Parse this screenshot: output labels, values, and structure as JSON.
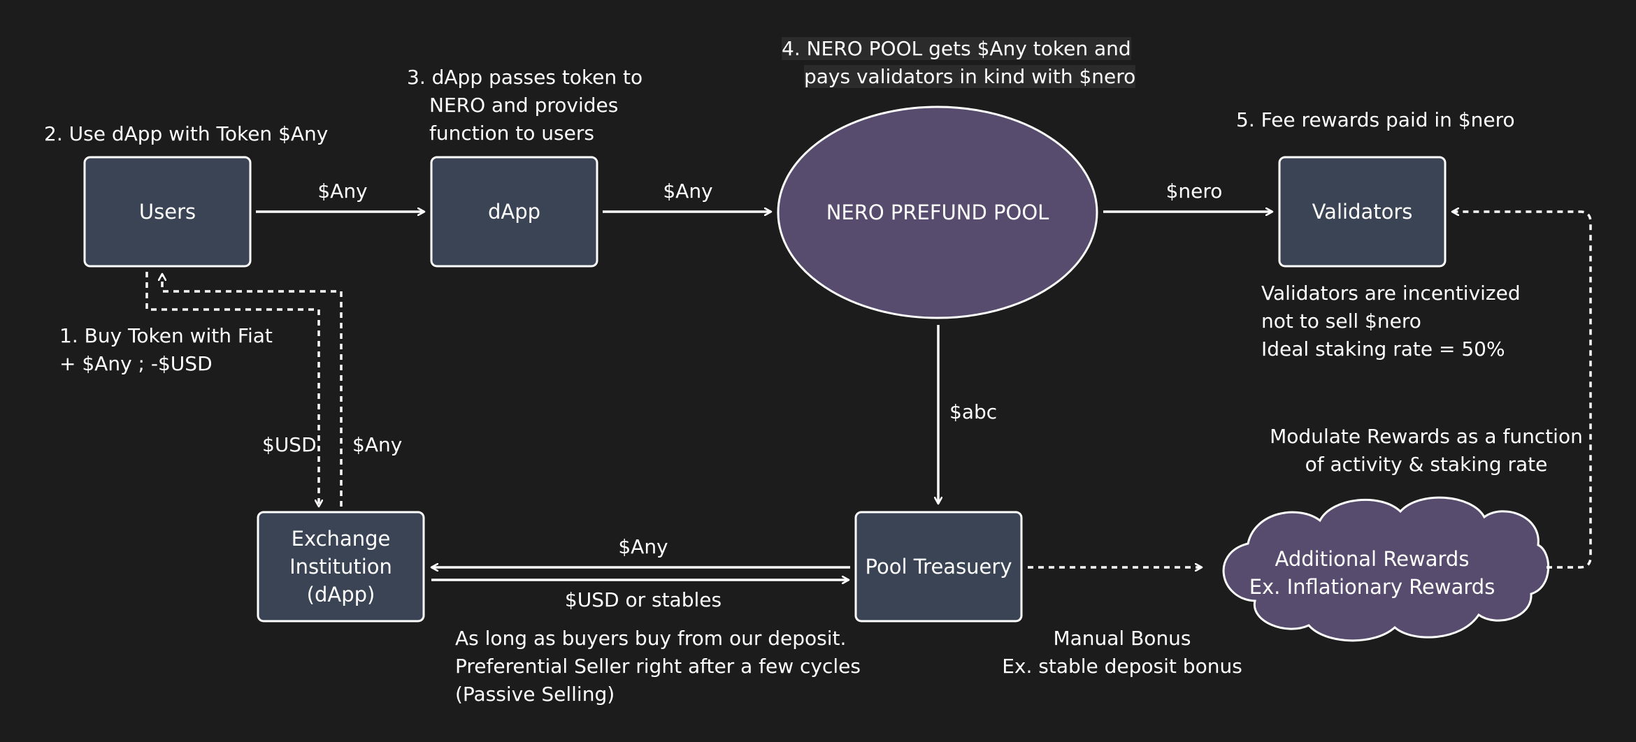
{
  "colors": {
    "background": "#1c1c1c",
    "box_fill": "#3a4454",
    "pool_fill": "#574c6e",
    "stroke": "#ffffff",
    "text": "#ffffff"
  },
  "nodes": {
    "users": "Users",
    "dapp": "dApp",
    "pool": "NERO PREFUND POOL",
    "validators": "Validators",
    "exchange": [
      "Exchange",
      "Institution",
      "(dApp)"
    ],
    "treasury": "Pool Treasuery",
    "rewards": [
      "Additional Rewards",
      "Ex. Inflationary Rewards"
    ]
  },
  "steps": {
    "step1": [
      "1. Buy Token with Fiat",
      "+ $Any  ; -$USD"
    ],
    "step2": "2. Use dApp with Token $Any",
    "step3": [
      "3. dApp passes token to",
      "NERO and provides",
      "function to users"
    ],
    "step4": [
      "4. NERO POOL gets $Any token and",
      "pays validators in kind with $nero"
    ],
    "step5": "5. Fee rewards paid in  $nero"
  },
  "edges": {
    "users_dapp": "$Any",
    "dapp_pool": "$Any",
    "pool_validators": "$nero",
    "pool_treasury": "$abc",
    "users_to_exchange": "$USD",
    "exchange_to_users": "$Any",
    "treasury_to_exchange": "$Any",
    "exchange_to_treasury": "$USD or stables"
  },
  "notes": {
    "validators_note": [
      "Validators are incentivized",
      "not to sell $nero",
      "Ideal staking rate = 50%"
    ],
    "modulate": [
      "Modulate Rewards as a function",
      "of activity & staking rate"
    ],
    "deposit": [
      "As long as buyers buy from our deposit.",
      "Preferential Seller right after  a few cycles",
      "(Passive Selling)"
    ],
    "manual_bonus": [
      "Manual Bonus",
      "Ex. stable deposit bonus"
    ]
  }
}
